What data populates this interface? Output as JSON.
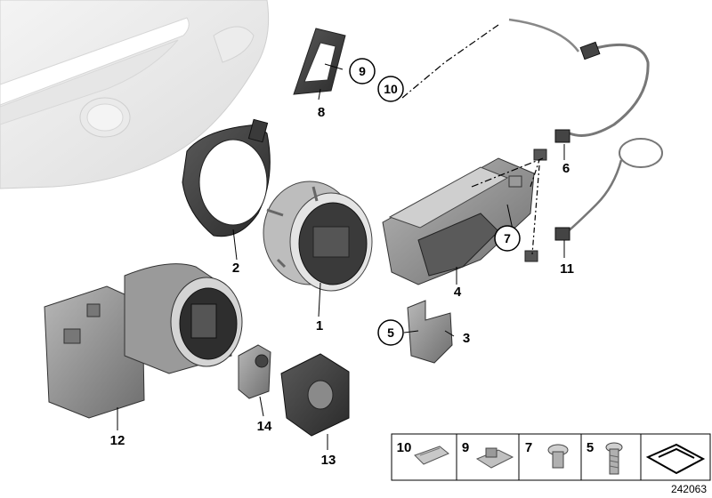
{
  "callouts": {
    "c1": "1",
    "c2": "2",
    "c3": "3",
    "c4": "4",
    "c5": "5",
    "c6": "6",
    "c7": "7",
    "c8": "8",
    "c9": "9",
    "c10": "10",
    "c11": "11",
    "c12": "12",
    "c13": "13",
    "c14": "14"
  },
  "legend": {
    "items": [
      {
        "label": "10",
        "icon": "clip-icon"
      },
      {
        "label": "9",
        "icon": "push-nut-icon"
      },
      {
        "label": "7",
        "icon": "screw-short-icon"
      },
      {
        "label": "5",
        "icon": "screw-long-icon"
      }
    ],
    "extra_icon": "subset-symbol-icon"
  },
  "diagram_number": "242063"
}
